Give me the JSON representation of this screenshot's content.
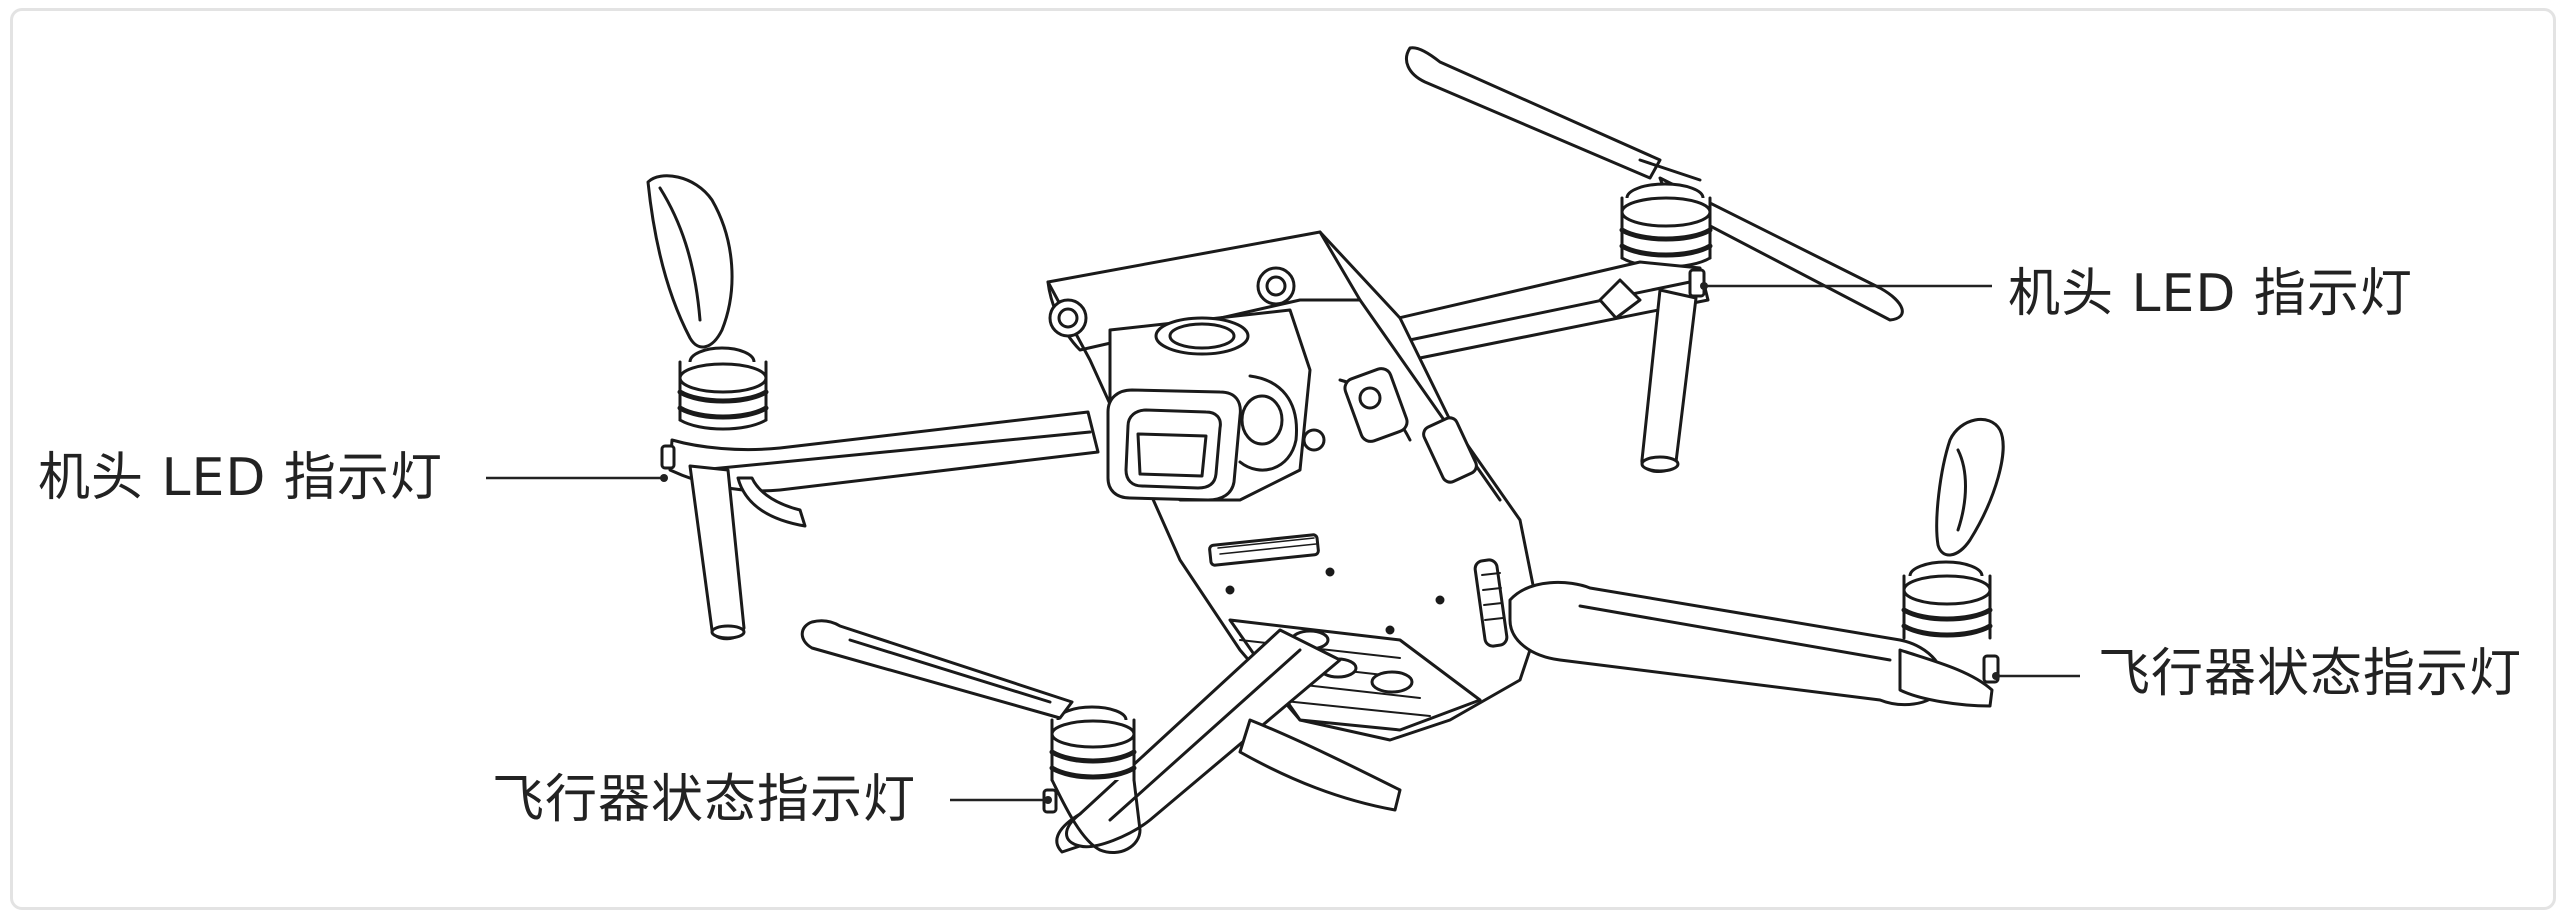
{
  "callouts": {
    "front_led_left": "机头 LED 指示灯",
    "front_led_right": "机头 LED 指示灯",
    "status_led_right": "飞行器状态指示灯",
    "status_led_left": "飞行器状态指示灯"
  },
  "colors": {
    "line": "#1a1a1a",
    "leader": "#222222",
    "frame": "#e3e3e3",
    "background": "#ffffff"
  }
}
